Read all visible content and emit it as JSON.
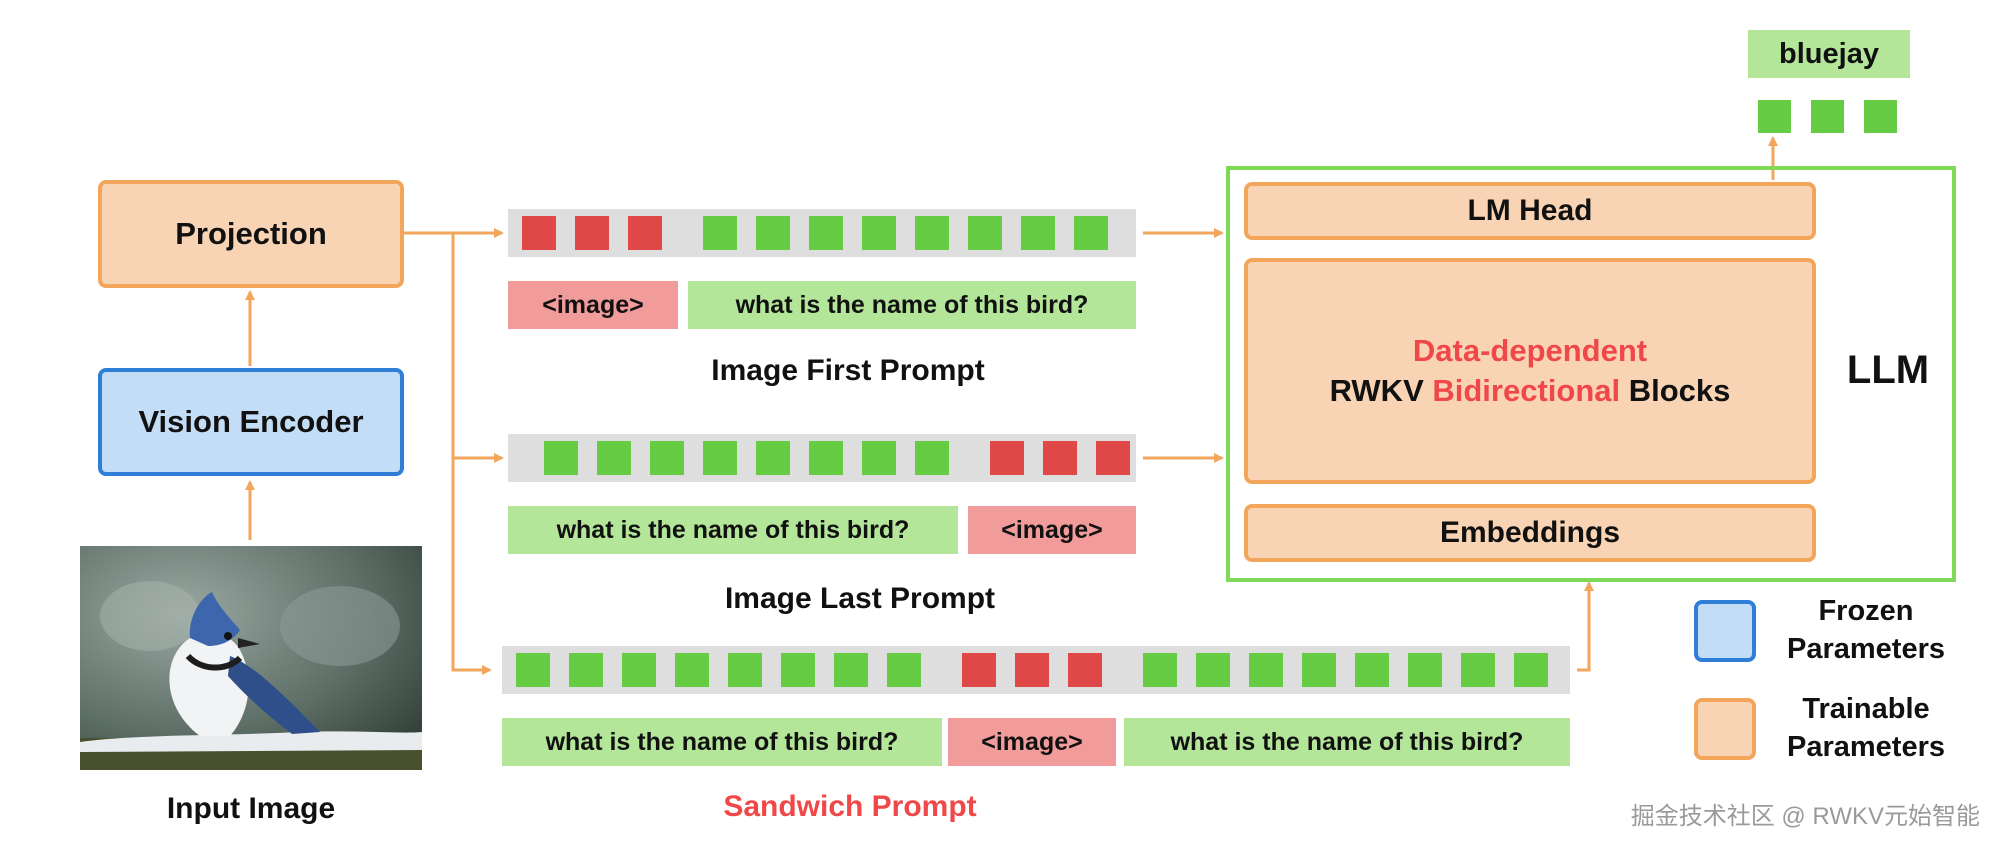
{
  "input": {
    "caption": "Input Image"
  },
  "encoder": {
    "vision": "Vision Encoder",
    "projection": "Projection"
  },
  "prompts": {
    "first": {
      "title": "Image First Prompt",
      "image_tag": "<image>",
      "text": "what is the name of this bird?"
    },
    "last": {
      "title": "Image Last Prompt",
      "image_tag": "<image>",
      "text": "what is the name of this bird?"
    },
    "sandwich": {
      "title": "Sandwich Prompt",
      "image_tag": "<image>",
      "text_before": "what is the name of this bird?",
      "text_after": "what is the name of this bird?"
    }
  },
  "llm": {
    "label": "LLM",
    "head": "LM Head",
    "blocks_line1": "Data-dependent",
    "blocks_line2_a": "RWKV ",
    "blocks_line2_b": "Bidirectional",
    "blocks_line2_c": " Blocks",
    "embeddings": "Embeddings"
  },
  "output": {
    "word": "bluejay"
  },
  "legend": {
    "frozen": {
      "line1": "Frozen",
      "line2": "Parameters"
    },
    "trainable": {
      "line1": "Trainable",
      "line2": "Parameters"
    }
  },
  "watermark": "掘金技术社区 @ RWKV元始智能",
  "colors": {
    "trainable_fill": "#f8d4b4",
    "trainable_border": "#f2a65c",
    "frozen_fill": "#c3ddf6",
    "frozen_border": "#2f7fd8",
    "text_token": "#66cc44",
    "image_token": "#e04848",
    "llm_border": "#7ed957",
    "arrow": "#f2a65c",
    "highlight_text": "#f04848"
  }
}
